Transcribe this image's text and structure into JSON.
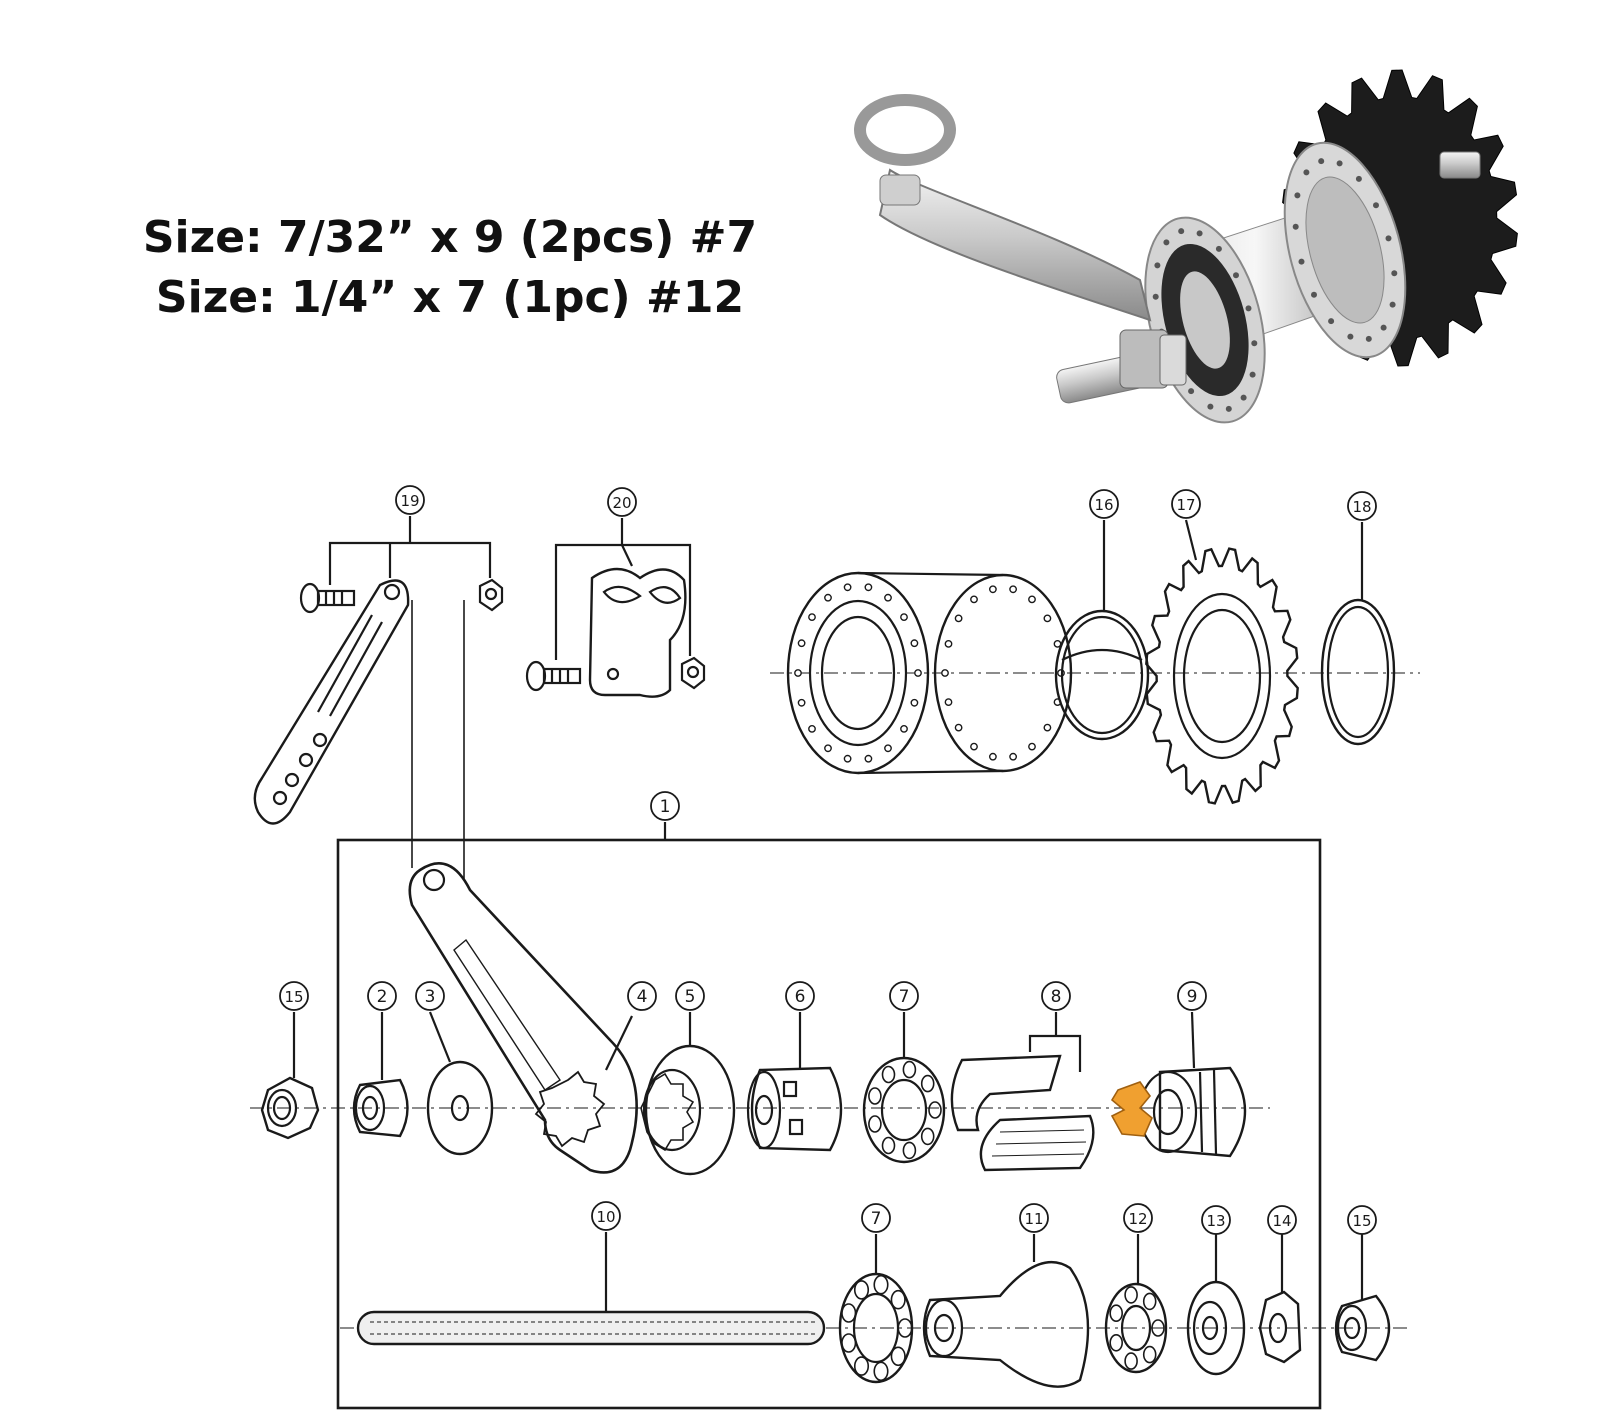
{
  "size_notes": [
    "Size: 7/32” x 9 (2pcs) #7",
    "Size: 1/4” x 7 (1pc) #12"
  ],
  "callouts": [
    "1",
    "2",
    "3",
    "4",
    "5",
    "6",
    "7",
    "8",
    "9",
    "10",
    "7",
    "11",
    "12",
    "13",
    "14",
    "15",
    "15",
    "16",
    "17",
    "18",
    "19",
    "20"
  ],
  "colors": {
    "ink": "#1a1a1a",
    "accent": "#f0a030",
    "photo_metal": "#c8c8c8",
    "photo_sprocket": "#1c1c1c"
  }
}
